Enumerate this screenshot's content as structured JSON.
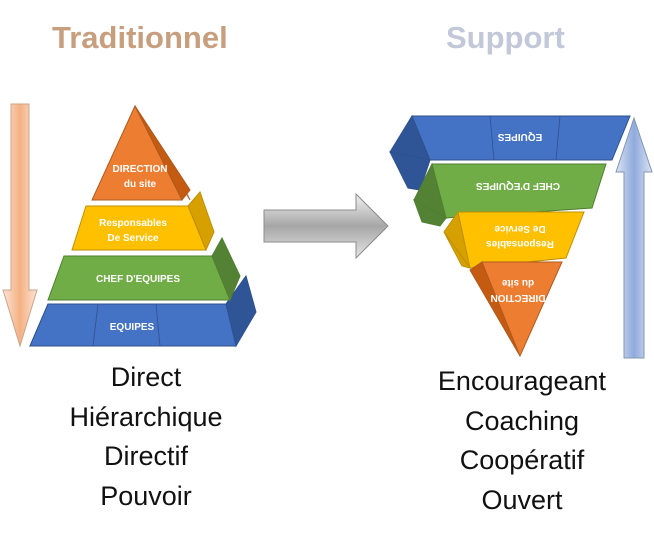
{
  "titles": {
    "traditional": "Traditionnel",
    "support": "Support"
  },
  "pyramid_traditional": {
    "levels": [
      {
        "line1": "DIRECTION",
        "line2": "du site",
        "color": "#ED7D31"
      },
      {
        "line1": "Responsables",
        "line2": "De Service",
        "color": "#FFC000"
      },
      {
        "line1": "CHEF D'EQUIPES",
        "line2": "",
        "color": "#70AD47"
      },
      {
        "line1": "EQUIPES",
        "line2": "",
        "color": "#4472C4"
      }
    ],
    "words": [
      "Direct",
      "Hiérarchique",
      "Directif",
      "Pouvoir"
    ]
  },
  "pyramid_support": {
    "levels": [
      {
        "line1": "EQUIPES",
        "line2": "",
        "color": "#4472C4"
      },
      {
        "line1": "CHEF D'EQUIPES",
        "line2": "",
        "color": "#70AD47"
      },
      {
        "line1": "Responsables",
        "line2": "De Service",
        "color": "#FFC000"
      },
      {
        "line1": "DIRECTION",
        "line2": "du site",
        "color": "#ED7D31"
      }
    ],
    "words": [
      "Encourageant",
      "Coaching",
      "Coopératif",
      "Ouvert"
    ]
  },
  "arrows": {
    "down_color": "#F4C7A1",
    "right_color": "#BFBFBF",
    "up_color": "#B4C7E7"
  }
}
